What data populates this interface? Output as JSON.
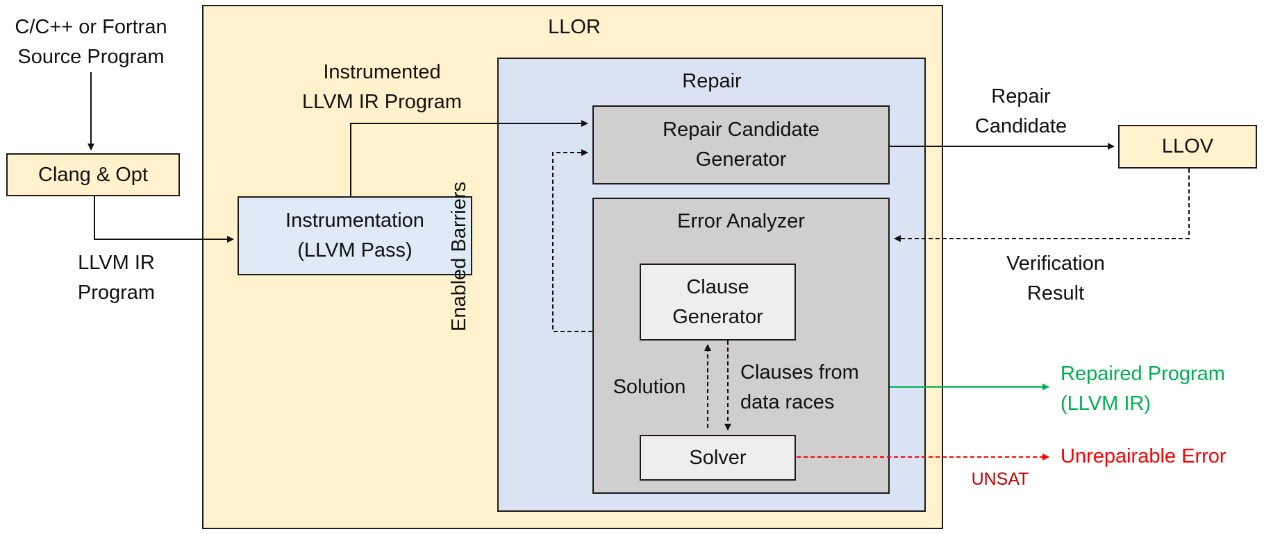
{
  "source": {
    "lines": [
      "C/C++ or Fortran",
      "Source Program"
    ]
  },
  "clang": {
    "label": "Clang & Opt"
  },
  "llvm_ir": {
    "lines": [
      "LLVM IR",
      "Program"
    ]
  },
  "llor": {
    "title": "LLOR"
  },
  "instrumented": {
    "lines": [
      "Instrumented",
      "LLVM IR Program"
    ]
  },
  "instrumentation": {
    "lines": [
      "Instrumentation",
      "(LLVM Pass)"
    ]
  },
  "repair": {
    "title": "Repair"
  },
  "repair_candidate_generator": {
    "lines": [
      "Repair Candidate",
      "Generator"
    ]
  },
  "enabled_barriers": {
    "label": "Enabled Barriers"
  },
  "error_analyzer": {
    "title": "Error Analyzer"
  },
  "clause_generator": {
    "lines": [
      "Clause",
      "Generator"
    ]
  },
  "solver": {
    "label": "Solver"
  },
  "solution": {
    "label": "Solution"
  },
  "clauses_from_races": {
    "lines": [
      "Clauses from",
      "data races"
    ]
  },
  "repair_candidate_label": {
    "lines": [
      "Repair",
      "Candidate"
    ]
  },
  "llov": {
    "label": "LLOV"
  },
  "verification_result": {
    "lines": [
      "Verification",
      "Result"
    ]
  },
  "repaired_program": {
    "lines": [
      "Repaired Program",
      "(LLVM IR)"
    ],
    "color": "#00b050"
  },
  "unrepairable": {
    "label": "Unrepairable Error",
    "color": "#ff0000"
  },
  "unsat": {
    "label": "UNSAT",
    "color": "#c00000"
  }
}
